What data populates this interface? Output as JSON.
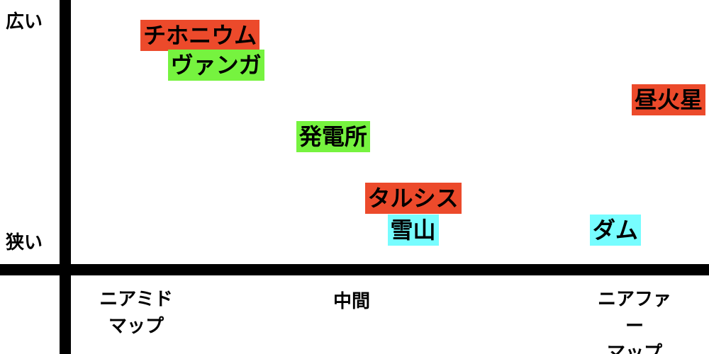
{
  "chart_data": {
    "type": "scatter",
    "y_axis": {
      "high_label": "広い",
      "low_label": "狭い"
    },
    "x_axis": {
      "categories": [
        "ニアミド\nマップ",
        "中間",
        "ニアファー\nマップ"
      ]
    },
    "items": [
      {
        "label": "チホニウム",
        "x": 0.12,
        "y": 0.96,
        "color": "#ec4a2b"
      },
      {
        "label": "ヴァンガ",
        "x": 0.15,
        "y": 0.84,
        "color": "#76f33f"
      },
      {
        "label": "昼火星",
        "x": 1.0,
        "y": 0.7,
        "color": "#ec4a2b"
      },
      {
        "label": "発電所",
        "x": 0.37,
        "y": 0.55,
        "color": "#76f33f"
      },
      {
        "label": "タルシス",
        "x": 0.52,
        "y": 0.3,
        "color": "#ec4a2b"
      },
      {
        "label": "雪山",
        "x": 0.52,
        "y": 0.17,
        "color": "#77fdff"
      },
      {
        "label": "ダム",
        "x": 0.9,
        "y": 0.17,
        "color": "#77fdff"
      }
    ]
  }
}
